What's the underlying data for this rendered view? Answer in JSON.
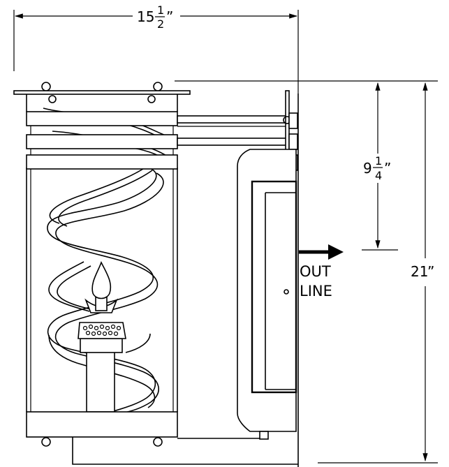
{
  "dimensions": {
    "width": {
      "whole": "15",
      "num": "1",
      "den": "2",
      "unit": "”"
    },
    "depth": {
      "whole": "9",
      "num": "1",
      "den": "4",
      "unit": "”"
    },
    "height": {
      "whole": "21",
      "unit": "”"
    }
  },
  "outlet_label": {
    "line1": "OUT",
    "line2": "LINE"
  }
}
